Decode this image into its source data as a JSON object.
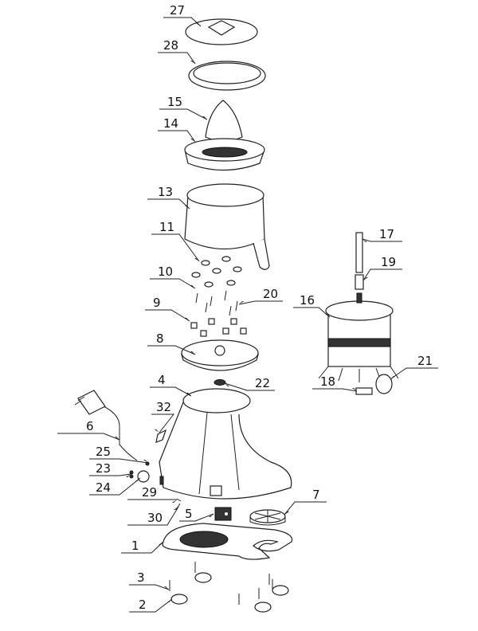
{
  "diagram": {
    "type": "exploded-parts-view",
    "callouts": [
      "27",
      "28",
      "15",
      "14",
      "13",
      "11",
      "10",
      "9",
      "8",
      "4",
      "6",
      "32",
      "25",
      "23",
      "24",
      "29",
      "30",
      "5",
      "7",
      "1",
      "3",
      "2",
      "22",
      "20",
      "17",
      "19",
      "16",
      "21",
      "18"
    ]
  }
}
